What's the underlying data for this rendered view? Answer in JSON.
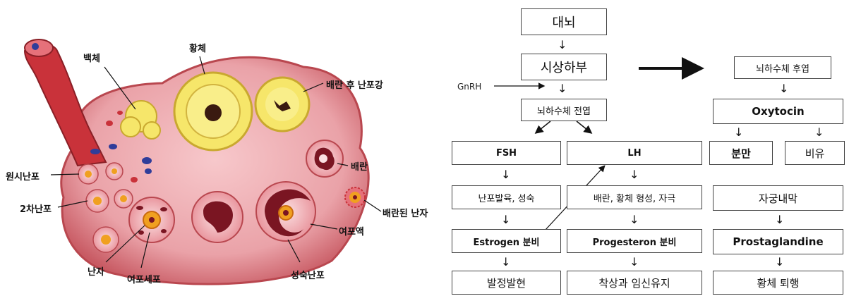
{
  "ovary": {
    "labels": {
      "corpus_albicans": "백체",
      "corpus_luteum": "황체",
      "post_ovulation_cavity": "배란 후 난포강",
      "ovulation": "배란",
      "ovulated_ovum": "배란된 난자",
      "follicular_fluid": "여포액",
      "mature_follicle": "성숙난포",
      "follicle_cell": "여포세포",
      "ovum": "난자",
      "secondary_follicle": "2차난포",
      "primordial_follicle": "원시난포"
    }
  },
  "flow": {
    "brain": "대뇌",
    "hypothalamus": "시상하부",
    "gnrh": "GnRH",
    "anterior_pituitary": "뇌하수체 전엽",
    "posterior_pituitary": "뇌하수체 후엽",
    "fsh": "FSH",
    "lh": "LH",
    "fsh_effect": "난포발육, 성숙",
    "lh_effect": "배란, 황체 형성, 자극",
    "estrogen": "Estrogen 분비",
    "progesteron": "Progesteron 분비",
    "estrus": "발정발현",
    "pregnancy": "착상과 임신유지",
    "oxytocin": "Oxytocin",
    "parturition": "분만",
    "lactation": "비유",
    "endometrium": "자궁내막",
    "prostaglandine": "Prostaglandine",
    "luteolysis": "황체 퇴행"
  },
  "colors": {
    "ovary_fill": "#e9a0a6",
    "ovary_edge": "#b9474f",
    "tube": "#c9323a",
    "corpus_yellow": "#f6e66a",
    "follicle_dark": "#7a1522",
    "ovum_orange": "#f0a020",
    "vessel_blue": "#2f3d9a"
  }
}
